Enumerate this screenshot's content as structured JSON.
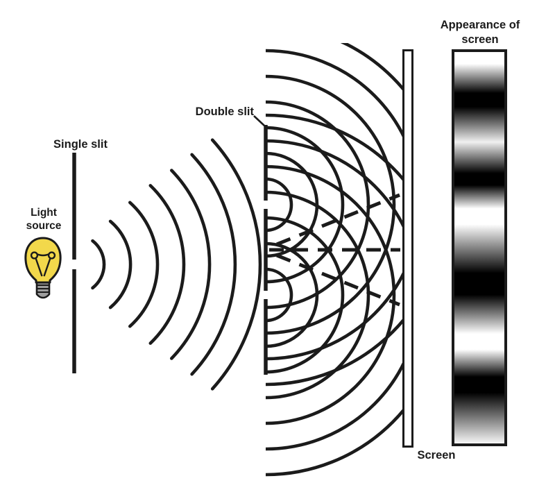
{
  "title": "Double-slit interference experiment diagram",
  "labels": {
    "single_slit": "Single slit",
    "double_slit": "Double slit",
    "light_source_line1": "Light",
    "light_source_line2": "source",
    "screen": "Screen",
    "appearance_line1": "Appearance of",
    "appearance_line2": "screen"
  },
  "colors": {
    "ink": "#1b1b1b",
    "background": "#ffffff",
    "bulb_glass_yellow": "#f2d84b",
    "bulb_base_gray": "#9e9e9e",
    "fringe_dark": "#000000",
    "fringe_bright": "#ffffff"
  },
  "diagram": {
    "wavefronts_after_single_slit": 7,
    "wavefronts_per_double_slit": 7,
    "double_slit_count": 2,
    "antinodal_dashed_lines": 3,
    "fringe_dark_bands": 4,
    "fringe_bright_bands": 5
  },
  "fringe_pattern": {
    "direction": "to bottom",
    "stops": [
      {
        "at": 0,
        "color": "#ffffff"
      },
      {
        "at": 3,
        "color": "#ffffff"
      },
      {
        "at": 10.5,
        "color": "#000000"
      },
      {
        "at": 14,
        "color": "#000000"
      },
      {
        "at": 23,
        "color": "#f0f0f0"
      },
      {
        "at": 31,
        "color": "#000000"
      },
      {
        "at": 34,
        "color": "#000000"
      },
      {
        "at": 40,
        "color": "#ffffff"
      },
      {
        "at": 44,
        "color": "#ffffff"
      },
      {
        "at": 56.5,
        "color": "#000000"
      },
      {
        "at": 62,
        "color": "#000000"
      },
      {
        "at": 72,
        "color": "#ffffff"
      },
      {
        "at": 76,
        "color": "#ffffff"
      },
      {
        "at": 83,
        "color": "#000000"
      },
      {
        "at": 87,
        "color": "#000000"
      },
      {
        "at": 100,
        "color": "#f7f7f7"
      }
    ]
  }
}
